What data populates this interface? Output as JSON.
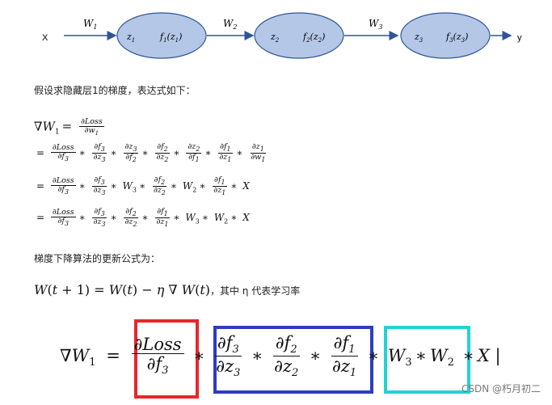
{
  "network": {
    "input_label": "X",
    "output_label": "y",
    "weights": [
      "W1",
      "W2",
      "W3"
    ],
    "nodes": [
      {
        "z": "z1",
        "f": "f1(z1)"
      },
      {
        "z": "z2",
        "f": "f2(z2)"
      },
      {
        "z": "z3",
        "f": "f3(z3)"
      }
    ],
    "node_fill": "#b4c7e7",
    "node_stroke": "#2f5597",
    "arrow_color": "#2f5597"
  },
  "text": {
    "intro": "假设求隐藏层1的梯度，表达式如下：",
    "update_intro": "梯度下降算法的更新公式为：",
    "update_note": "，其中 η 代表学习率",
    "watermark": "CSDN @朽月初二"
  },
  "equations": {
    "grad_lhs": "∇W1 = ∂Loss/∂w1",
    "step1": "= ∂Loss/∂f3 * ∂f3/∂z3 * ∂z3/∂f2 * ∂f2/∂z2 * ∂z2/∂f1 * ∂f1/∂z1 * ∂z1/∂w1",
    "step2": "= ∂Loss/∂f3 * ∂f3/∂z3 * W3 * ∂f2/∂z2 * W2 * ∂f1/∂z1 * X",
    "step3": "= ∂Loss/∂f3 * ∂f3/∂z3 * ∂f2/∂z2 * ∂f1/∂z1 * W3 * W2 * X",
    "update": "W(t+1) = W(t) − η ∇W(t)",
    "highlight": "∇W1 = ∂Loss/∂f3 * ∂f3/∂z3 * ∂f2/∂z2 * ∂f1/∂z1 * W3 * W2 * X"
  },
  "highlight_colors": {
    "loss_term": "#e8262b",
    "activation_terms": "#2e3cc1",
    "weight_terms": "#22d3d6"
  }
}
